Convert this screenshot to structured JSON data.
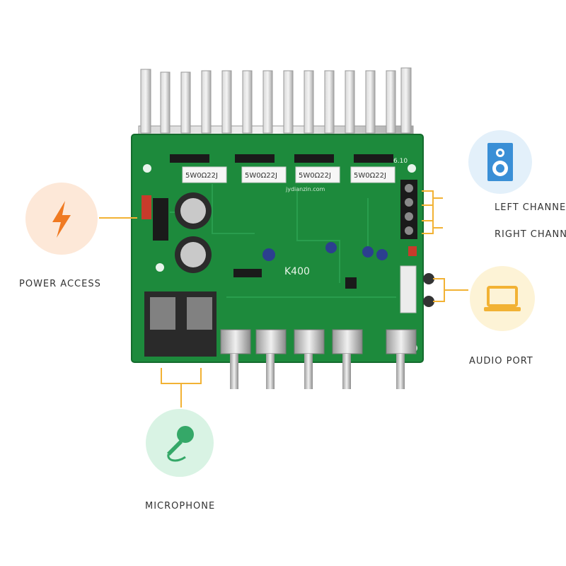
{
  "labels": {
    "power": "POWER ACCESS",
    "left_channel": "LEFT CHANNEL",
    "right_channel": "RIGHT CHANN",
    "audio_port": "AUDIO PORT",
    "microphone": "MICROPHONE"
  },
  "board": {
    "resistor_label": "5W0Ω22J",
    "chip_label": "K400",
    "website": "jydianzin.com",
    "version": "6.10"
  },
  "colors": {
    "pcb": "#1d8a3c",
    "connector": "#f2b234",
    "power_icon": "#f07a22",
    "speaker_icon": "#3a8fd6",
    "audio_icon": "#f2b234",
    "mic_icon": "#35a868"
  },
  "icons": {
    "power": "lightning-icon",
    "speaker": "speaker-icon",
    "audio": "laptop-icon",
    "microphone": "microphone-icon"
  }
}
